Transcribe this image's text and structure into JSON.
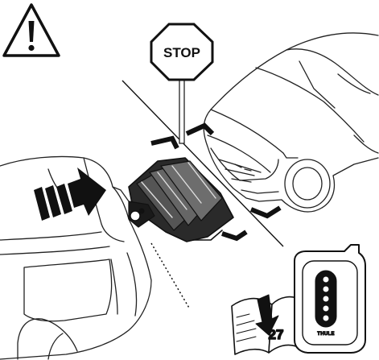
{
  "stop_sign": {
    "text": "STOP"
  },
  "manual": {
    "page_number": "27"
  },
  "remote": {
    "brand": "THULE",
    "led_count": 5
  },
  "icons": [
    "warning-icon",
    "stop-sign-icon",
    "car-front-icon",
    "car-rear-icon",
    "bike-carrier-icon",
    "arrow-right-icon",
    "manual-icon",
    "remote-icon"
  ],
  "colors": {
    "ink": "#111111",
    "background": "#ffffff"
  }
}
